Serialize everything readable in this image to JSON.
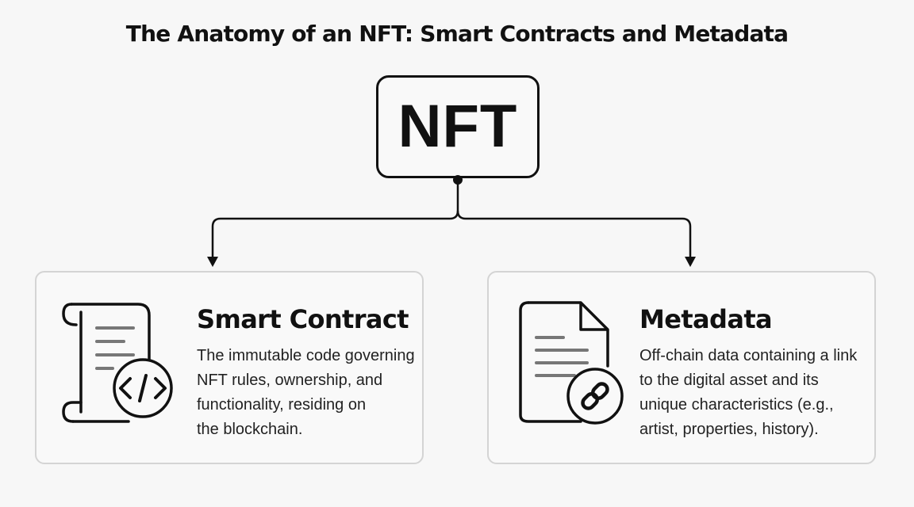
{
  "title": "The Anatomy of an NFT: Smart Contracts and Metadata",
  "root": {
    "label": "NFT"
  },
  "cards": [
    {
      "title": "Smart Contract",
      "icon": "scroll-code-icon",
      "description_lines": [
        "The immutable code governing",
        "NFT rules, ownership, and",
        "functionality, residing on",
        "the blockchain."
      ]
    },
    {
      "title": "Metadata",
      "icon": "document-link-icon",
      "description_lines": [
        "Off-chain data containing a link",
        "to the digital asset and its",
        "unique characteristics (e.g.,",
        "artist, properties, history)."
      ]
    }
  ],
  "colors": {
    "ink": "#111111",
    "card_border": "#d4d4d4",
    "background": "#f7f7f7",
    "icon_lines": "#777777"
  }
}
